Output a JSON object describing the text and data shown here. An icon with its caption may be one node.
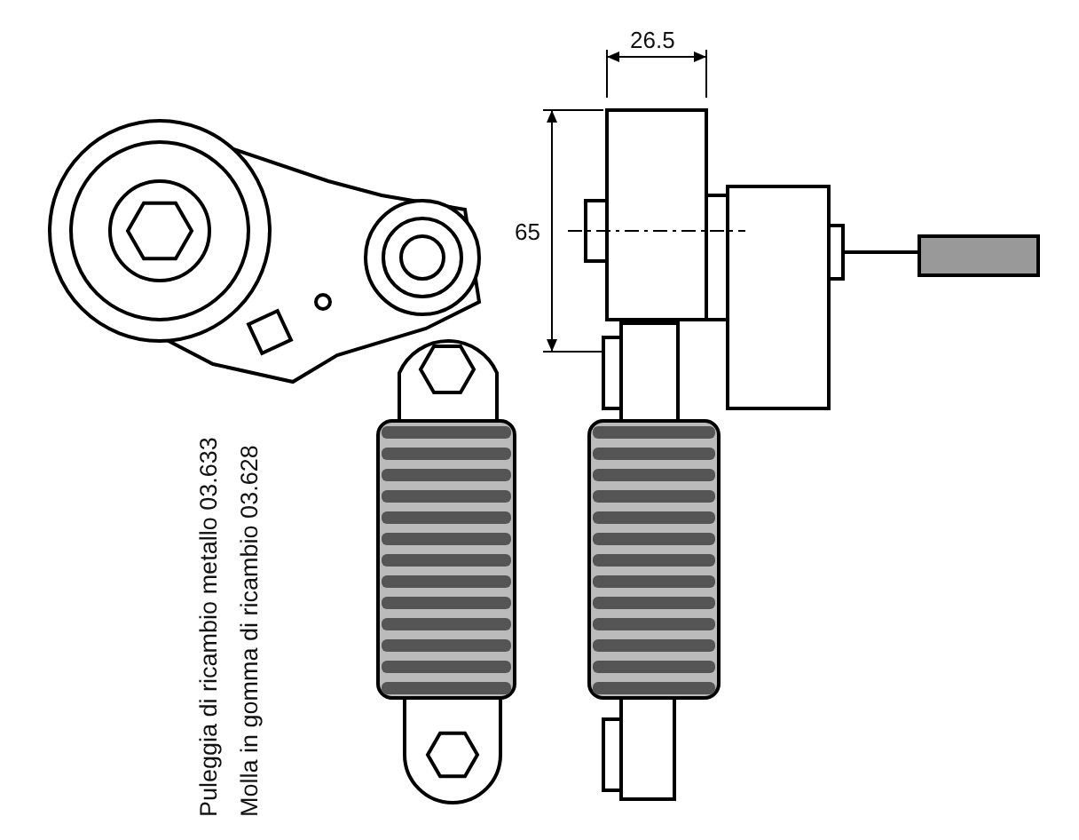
{
  "diagram": {
    "labels": [
      "26.5",
      "65",
      "Puleggia di ricambio metallo 03.633",
      "Molla in gomma di ricambio 03.628"
    ]
  }
}
